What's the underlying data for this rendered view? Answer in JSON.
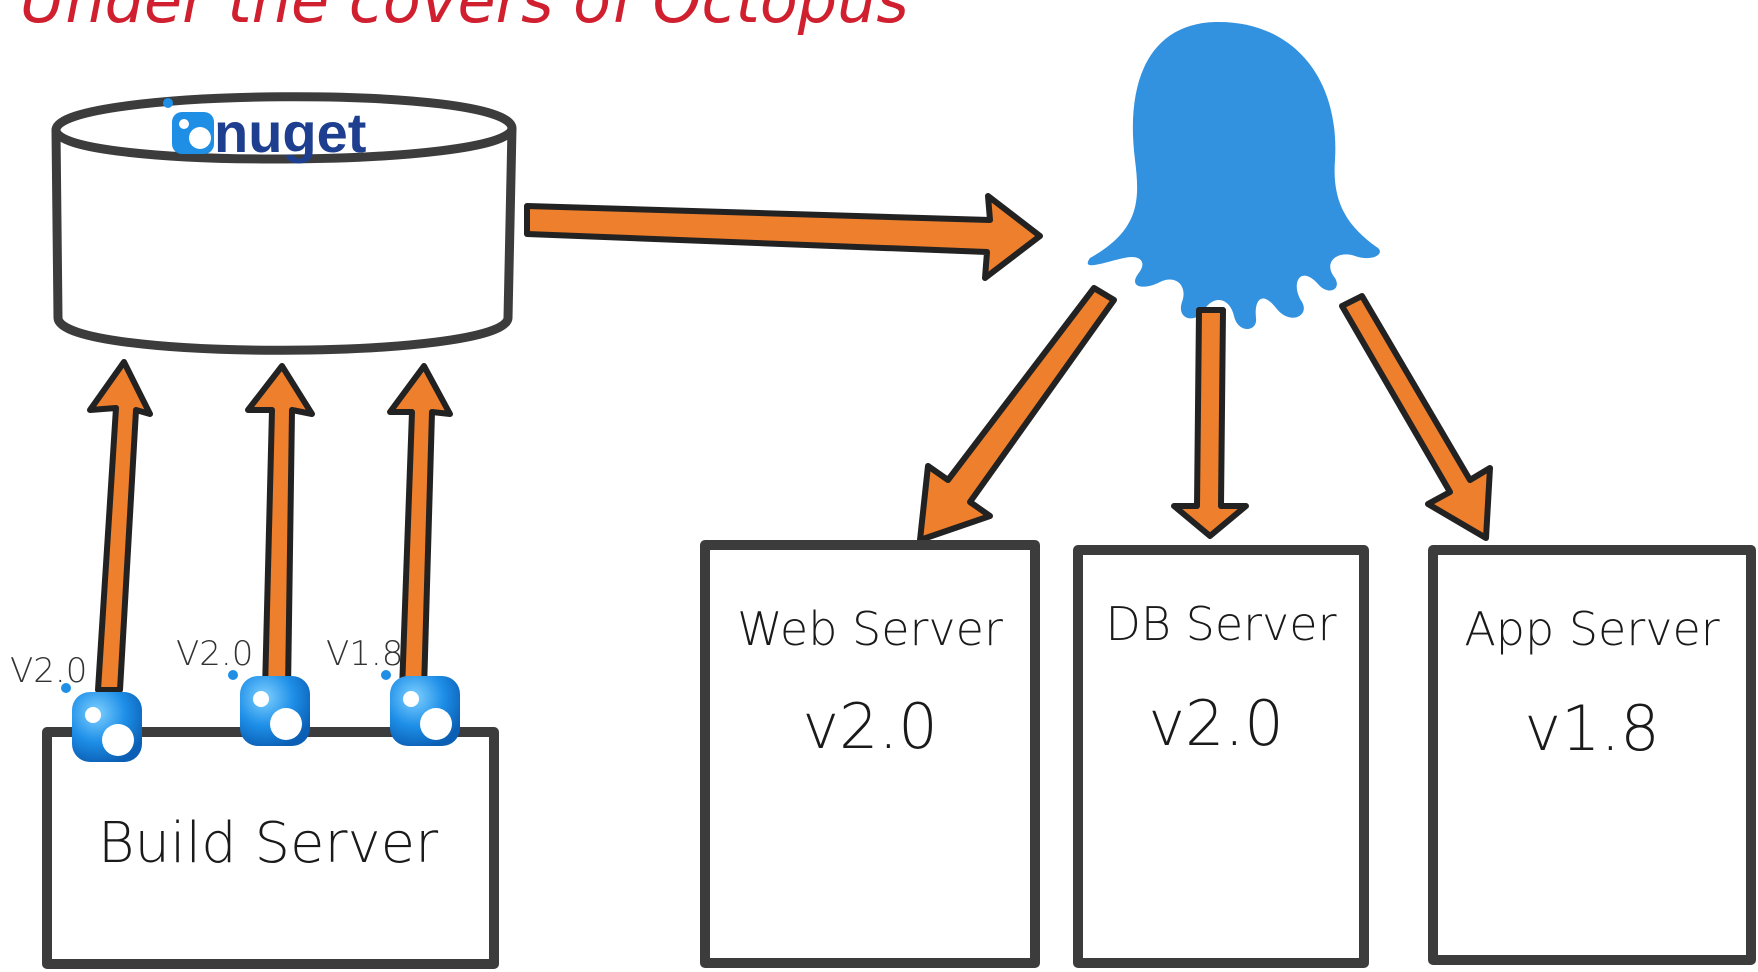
{
  "title": "Under the covers of Octopus",
  "repository": {
    "logo_text": "nuget"
  },
  "build_server": {
    "label": "Build Server",
    "packages": [
      {
        "version": "V2.0"
      },
      {
        "version": "V2.0"
      },
      {
        "version": "V1.8"
      }
    ]
  },
  "deploy_targets": [
    {
      "name": "Web Server",
      "version": "v2.0"
    },
    {
      "name": "DB Server",
      "version": "v2.0"
    },
    {
      "name": "App Server",
      "version": "v1.8"
    }
  ],
  "colors": {
    "title": "#d01f2e",
    "arrow_fill": "#ee7f2d",
    "outline": "#3c3c3c",
    "octopus": "#3392e0",
    "nuget_blue": "#1e3f8f",
    "package_blue": "#1f8fe6"
  },
  "icons": {
    "octopus": "octopus-logo-icon",
    "package": "nuget-package-icon"
  }
}
